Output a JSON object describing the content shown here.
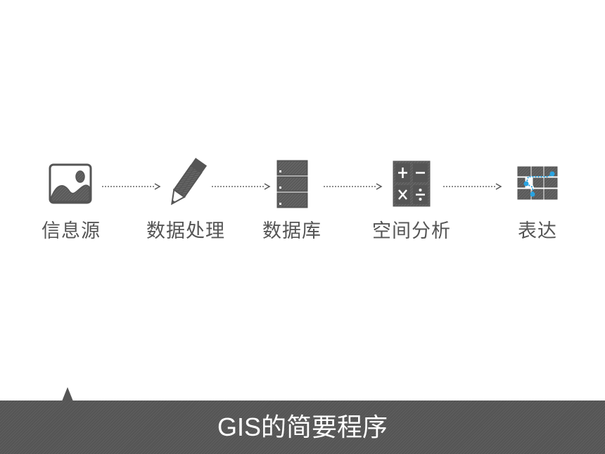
{
  "steps": [
    {
      "label": "信息源",
      "icon": "image-icon"
    },
    {
      "label": "数据处理",
      "icon": "pencil-icon"
    },
    {
      "label": "数据库",
      "icon": "database-icon"
    },
    {
      "label": "空间分析",
      "icon": "calculator-icon"
    },
    {
      "label": "表达",
      "icon": "map-route-icon"
    }
  ],
  "footer": {
    "title": "GIS的简要程序"
  },
  "colors": {
    "icon": "#555555",
    "text": "#555555",
    "accent": "#29a3e0",
    "footer_bg": "#555555",
    "footer_text": "#ffffff"
  }
}
